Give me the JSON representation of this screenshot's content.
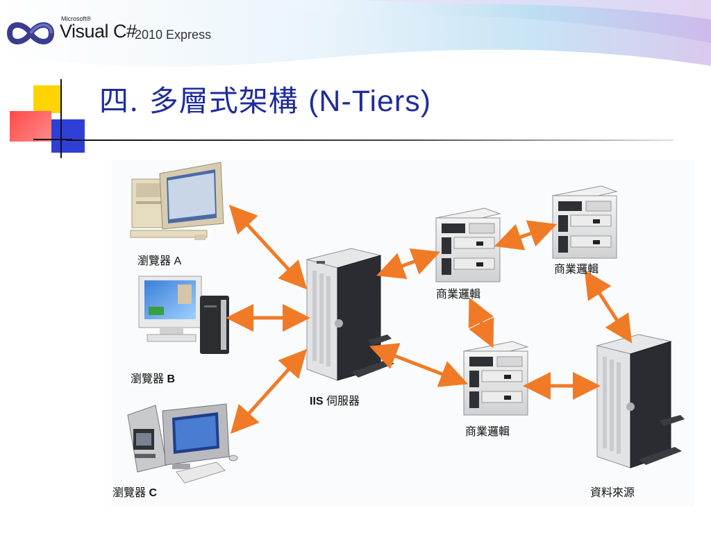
{
  "logo": {
    "brand": "Microsoft®",
    "product": "Visual C#",
    "edition": "2010 Express"
  },
  "slide": {
    "title_number": "四.",
    "title_cjk": "多層式架構",
    "title_latin": "(N-Tiers)"
  },
  "diagram": {
    "browser_a": {
      "label": "瀏覽器",
      "letter": "A"
    },
    "browser_b": {
      "label": "瀏覽器",
      "letter": "B"
    },
    "browser_c": {
      "label": "瀏覽器",
      "letter": "C"
    },
    "iis": {
      "bold": "IIS",
      "label": "伺服器"
    },
    "bl_top_mid": "商業邏輯",
    "bl_top_right": "商業邏輯",
    "bl_bottom": "商業邏輯",
    "datasource": "資料來源"
  },
  "colors": {
    "title": "#1f2c9c",
    "arrow": "#f07a26",
    "accent_yellow": "#ffd400",
    "accent_blue": "#2f3fd6",
    "accent_red": "#ff3a3a"
  }
}
